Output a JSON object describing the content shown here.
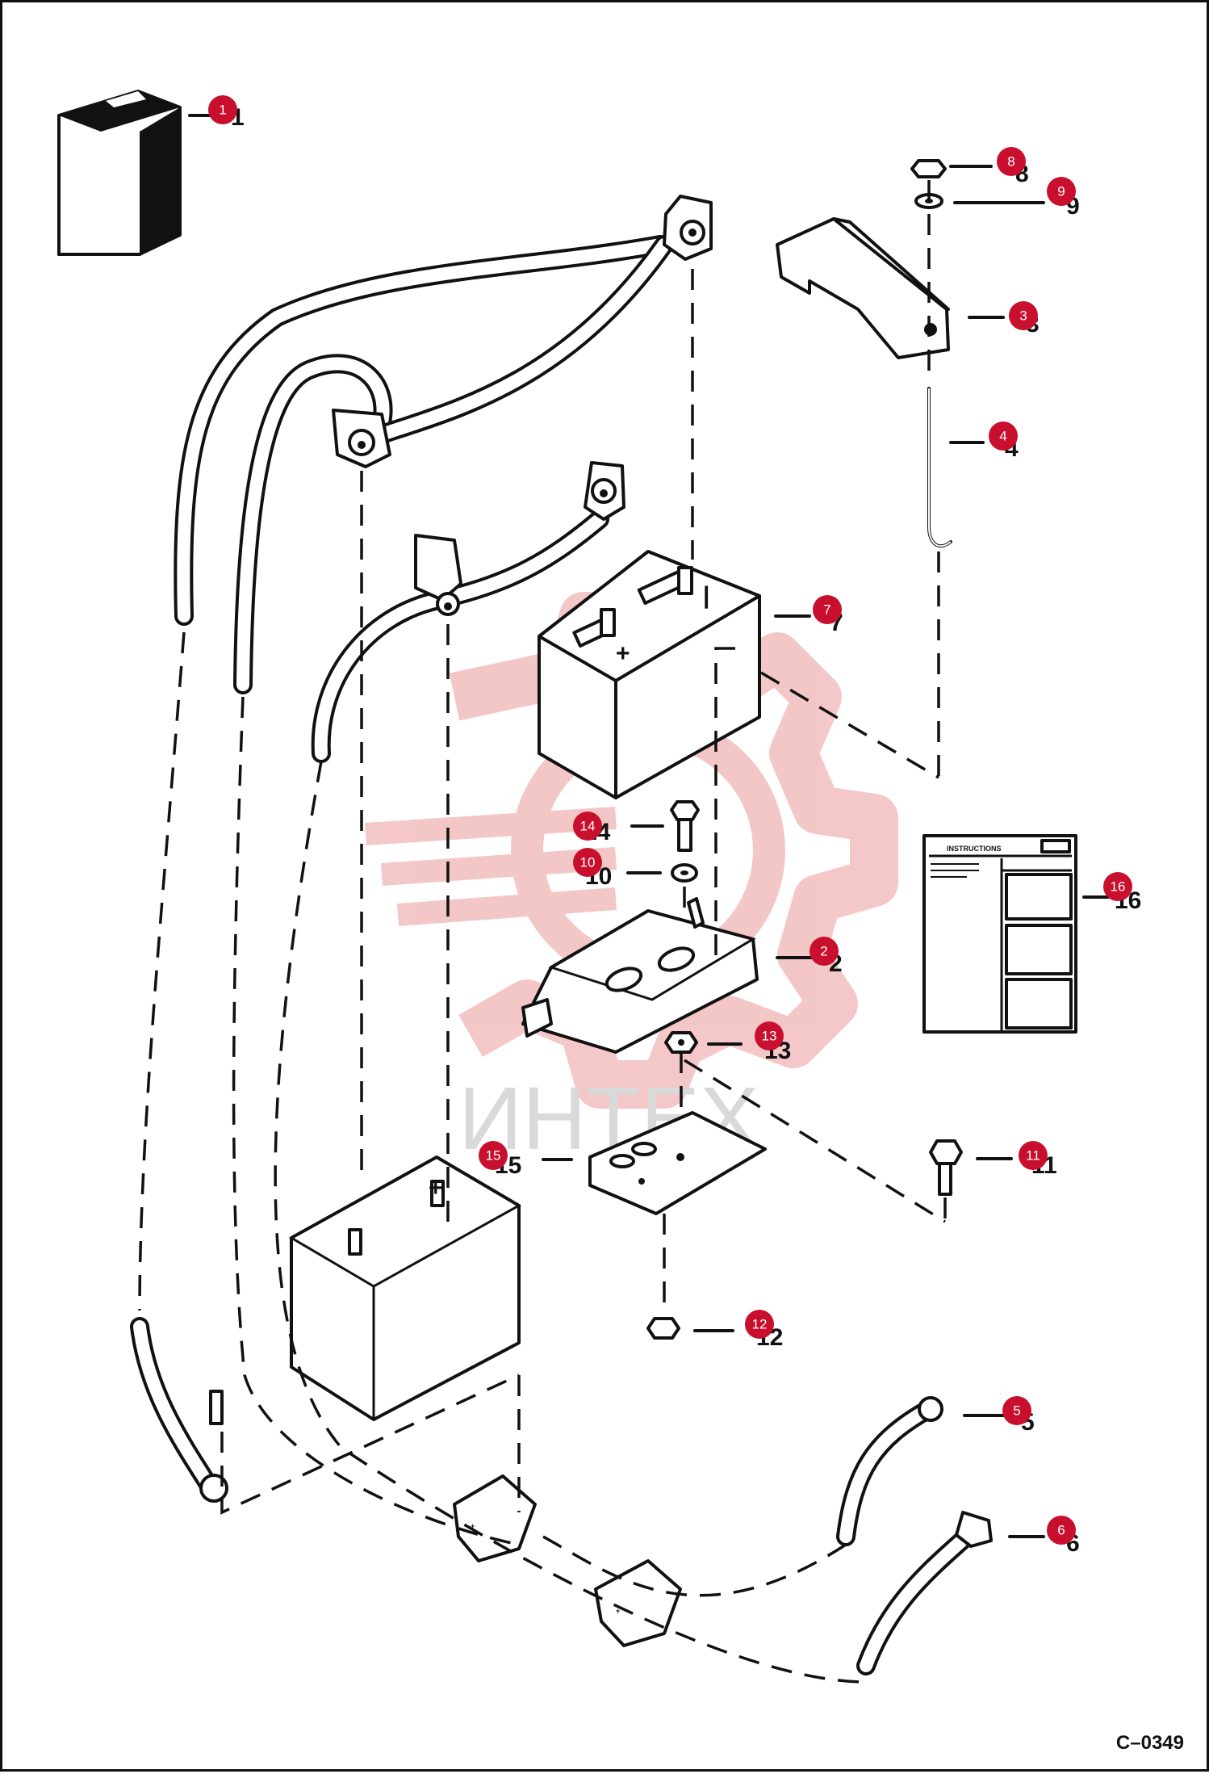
{
  "drawing_code": "C–0349",
  "watermark": "ИНТЕХ",
  "instruction_card": {
    "heading": "INSTRUCTIONS"
  },
  "callouts": [
    {
      "n": "1",
      "label": "1"
    },
    {
      "n": "2",
      "label": "2"
    },
    {
      "n": "3",
      "label": "3"
    },
    {
      "n": "4",
      "label": "4"
    },
    {
      "n": "5",
      "label": "5"
    },
    {
      "n": "6",
      "label": "6"
    },
    {
      "n": "7",
      "label": "7"
    },
    {
      "n": "8",
      "label": "8"
    },
    {
      "n": "9",
      "label": "9"
    },
    {
      "n": "10",
      "label": "10"
    },
    {
      "n": "11",
      "label": "11"
    },
    {
      "n": "12",
      "label": "12"
    },
    {
      "n": "13",
      "label": "13"
    },
    {
      "n": "14",
      "label": "14"
    },
    {
      "n": "15",
      "label": "15"
    },
    {
      "n": "16",
      "label": "16"
    }
  ],
  "colors": {
    "callout_fill": "#c8102e",
    "watermark": "#e8a0a0",
    "line": "#111111"
  }
}
